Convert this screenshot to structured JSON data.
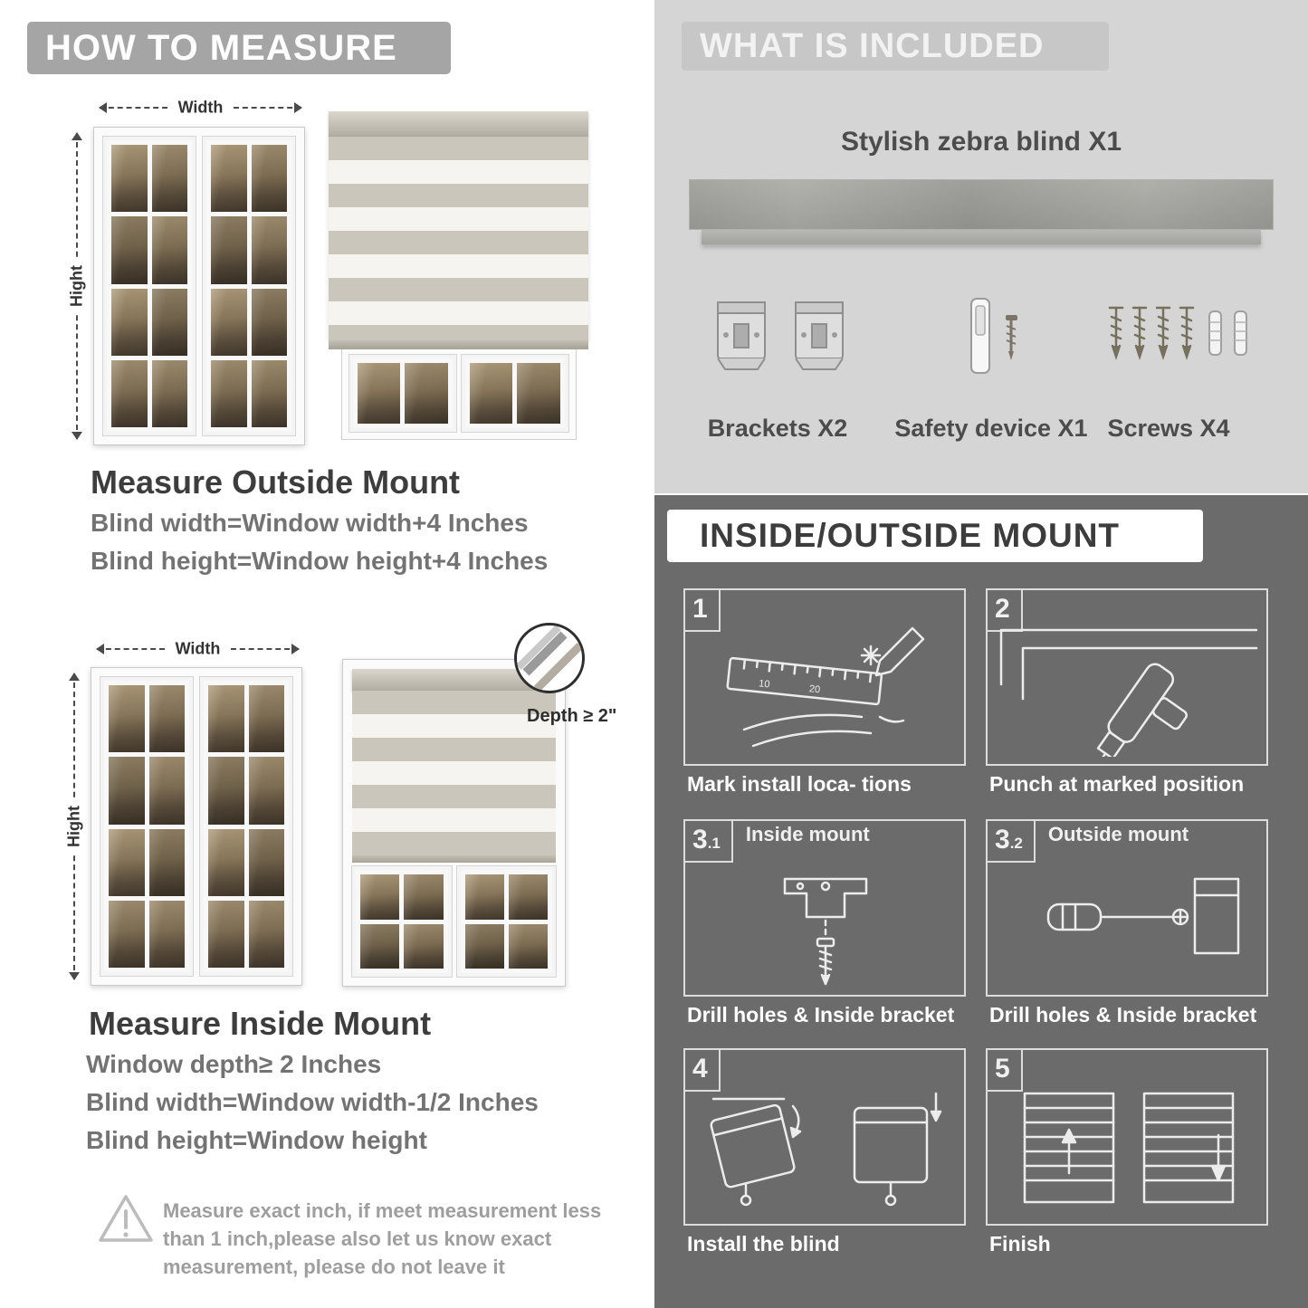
{
  "measure": {
    "header": "HOW TO MEASURE",
    "outside": {
      "width_label": "Width",
      "height_label": "Hight",
      "heading": "Measure Outside Mount",
      "rules": [
        "Blind width=Window width+4 Inches",
        "Blind height=Window height+4 Inches"
      ]
    },
    "inside": {
      "width_label": "Width",
      "height_label": "Hight",
      "depth_label": "Depth ≥ 2\"",
      "heading": "Measure Inside Mount",
      "rules": [
        "Window depth≥ 2 Inches",
        "Blind width=Window width-1/2 Inches",
        "Blind height=Window height"
      ]
    },
    "warning_lines": [
      "Measure exact inch, if meet measurement less",
      "than 1 inch,please also let us know exact",
      "measurement, please do not leave it"
    ]
  },
  "included": {
    "header": "WHAT IS INCLUDED",
    "product_label": "Stylish zebra blind X1",
    "items": [
      "Brackets X2",
      "Safety device X1",
      "Screws X4"
    ]
  },
  "mount": {
    "header": "INSIDE/OUTSIDE MOUNT",
    "steps": [
      {
        "number": "1",
        "sub": "",
        "title": "",
        "caption": "Mark install loca- tions"
      },
      {
        "number": "2",
        "sub": "",
        "title": "",
        "caption": "Punch at  marked position"
      },
      {
        "number": "3",
        "sub": ".1",
        "title": "Inside mount",
        "caption": "Drill holes &  Inside bracket"
      },
      {
        "number": "3",
        "sub": ".2",
        "title": "Outside mount",
        "caption": "Drill holes &  Inside bracket"
      },
      {
        "number": "4",
        "sub": "",
        "title": "",
        "caption": "Install the blind"
      },
      {
        "number": "5",
        "sub": "",
        "title": "",
        "caption": "Finish"
      }
    ]
  },
  "colors": {
    "banner_gray": "#a5a5a5",
    "panel_light": "#d5d5d5",
    "panel_dark": "#6b6b6b",
    "stripe_gray": "#cbc6bb",
    "stripe_sheer": "#f6f4f0",
    "heading_dark": "#3d3d3d",
    "rule_gray": "#737373"
  }
}
